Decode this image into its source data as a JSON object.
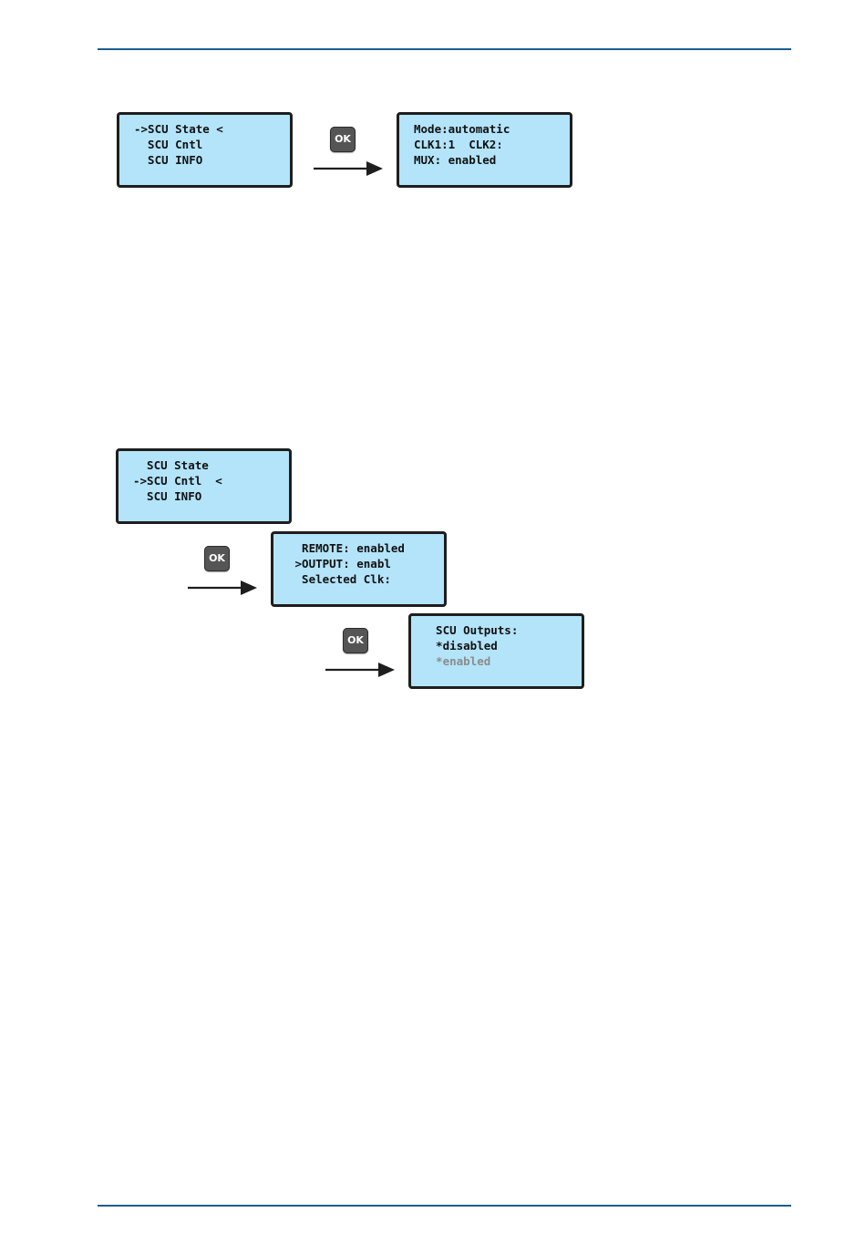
{
  "colors": {
    "rule": "#1a5e8e",
    "lcd_background": "#b3e4fa",
    "lcd_border": "#1e1e1e",
    "ok_key": "#555555",
    "arrow": "#1e1e1e"
  },
  "ok_key_label": "OK",
  "diagram_1": {
    "menu_screen": {
      "lines": [
        "->SCU State <",
        "  SCU Cntl",
        "  SCU INFO"
      ]
    },
    "state_screen": {
      "lines": [
        "Mode:automatic",
        "CLK1:1  CLK2:",
        "MUX: enabled"
      ]
    }
  },
  "diagram_2": {
    "menu_screen": {
      "lines": [
        "  SCU State",
        "->SCU Cntl  <",
        "  SCU INFO"
      ]
    },
    "control_screen": {
      "lines": [
        "  REMOTE: enabled",
        " >OUTPUT: enabl",
        "  Selected Clk:"
      ]
    },
    "outputs_screen": {
      "lines": [
        "  SCU Outputs:",
        "  *disabled",
        "  *enabled"
      ],
      "dimmed_line_index": 2
    }
  }
}
